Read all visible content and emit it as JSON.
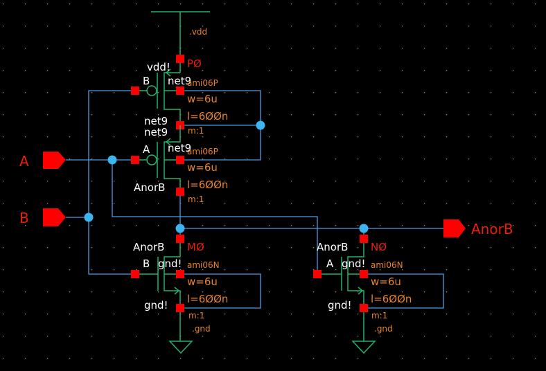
{
  "colors": {
    "background": "#000000",
    "wire": "#4a9ee8",
    "device": "#22b46a",
    "pin": "#ff0000",
    "junction": "#3cb4f0",
    "param_text": "#e8822a",
    "net_text": "#ffffff"
  },
  "supplies": {
    "vdd": ".vdd",
    "gnd_left": ".gnd",
    "gnd_right": ".gnd"
  },
  "pins": {
    "input_a": "A",
    "input_b": "B",
    "output": "AnorB"
  },
  "devices": {
    "p0": {
      "name": "PØ",
      "model": "ami06P",
      "w": "w=6u",
      "l": "l=6ØØn",
      "m": "m:1",
      "top_net": "vdd!",
      "gate": "B",
      "body_net": "net9",
      "bottom_net": "net9"
    },
    "p1": {
      "model": "ami06P",
      "w": "w=6u",
      "l": "l=6ØØn",
      "m": "m:1",
      "top_net": "net9",
      "gate": "A",
      "body_net": "net9",
      "bottom_net": "AnorB"
    },
    "m0": {
      "name": "MØ",
      "model": "ami06N",
      "w": "w=6u",
      "l": "l=6ØØn",
      "m": "m:1",
      "top_net": "AnorB",
      "gate": "B",
      "body_net": "gnd!",
      "bottom_net": "gnd!"
    },
    "n0": {
      "name": "NØ",
      "model": "ami06N",
      "w": "w=6u",
      "l": "l=6ØØn",
      "m": "m:1",
      "top_net": "AnorB",
      "gate": "A",
      "body_net": "gnd!",
      "bottom_net": "gnd!"
    }
  }
}
